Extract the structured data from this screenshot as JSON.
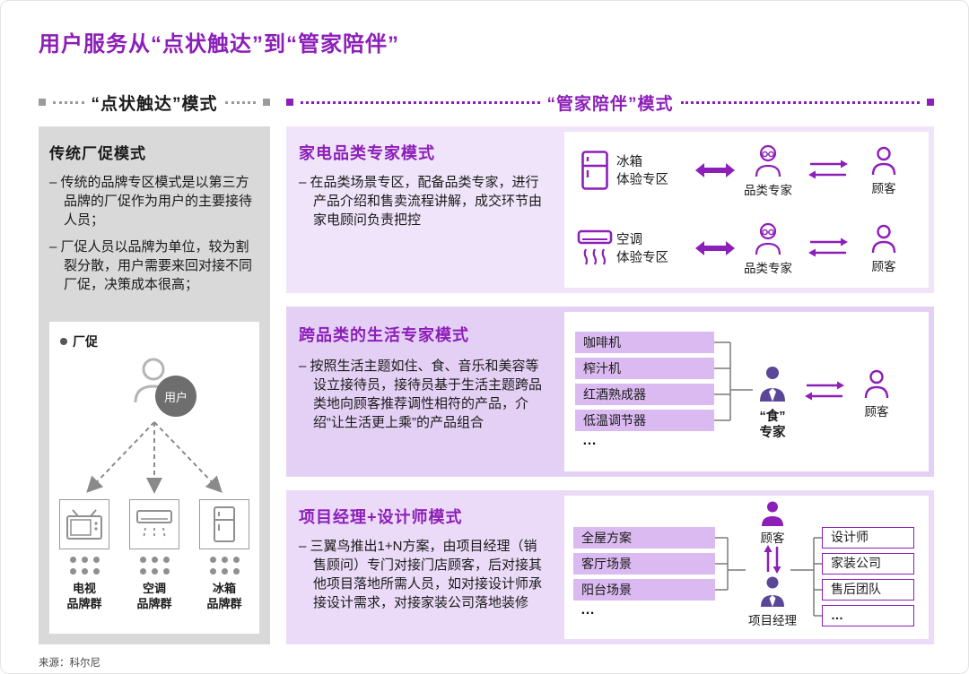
{
  "colors": {
    "accent": "#8C1FB8",
    "section_bg_1": "#EFE4F9",
    "section_bg_2": "#E5D0F5",
    "section_bg_3": "#EBDBF8",
    "item_bar": "#DABAF0",
    "left_panel": "#D9D9D9",
    "dark_person": "#5A4798"
  },
  "page": {
    "title": "用户服务从“点状触达”到“管家陪伴”",
    "source": "来源：科尔尼"
  },
  "left": {
    "header": "“点状触达”模式",
    "panel_title": "传统厂促模式",
    "bullets": [
      "– 传统的品牌专区模式是以第三方品牌的厂促作为用户的主要接待人员；",
      "– 厂促人员以品牌为单位，较为割裂分散，用户需要来回对接不同厂促，决策成本很高；"
    ],
    "legend": "厂促",
    "user_badge": "用户",
    "groups": [
      {
        "label": "电视\n品牌群"
      },
      {
        "label": "空调\n品牌群"
      },
      {
        "label": "冰箱\n品牌群"
      }
    ]
  },
  "right": {
    "header": "“管家陪伴”模式",
    "sections": [
      {
        "title": "家电品类专家模式",
        "bullet": "– 在品类场景专区，配备品类专家，进行产品介绍和售卖流程讲解，成交环节由家电顾问负责把控",
        "rows": [
          {
            "zone": "冰箱\n体验专区",
            "expert": "品类专家",
            "customer": "顾客"
          },
          {
            "zone": "空调\n体验专区",
            "expert": "品类专家",
            "customer": "顾客"
          }
        ]
      },
      {
        "title": "跨品类的生活专家模式",
        "bullet": "– 按照生活主题如住、食、音乐和美容等设立接待员，接待员基于生活主题跨品类地向顾客推荐调性相符的产品，介绍“让生活更上乘”的产品组合",
        "items": [
          "咖啡机",
          "榨汁机",
          "红酒熟成器",
          "低温调节器",
          "…"
        ],
        "expert": "“食”\n专家",
        "customer": "顾客"
      },
      {
        "title": "项目经理+设计师模式",
        "bullet": "– 三翼鸟推出1+N方案，由项目经理（销售顾问）专门对接门店顾客，后对接其他项目落地所需人员，如对接设计师承接设计需求，对接家装公司落地装修",
        "scenes": [
          "全屋方案",
          "客厅场景",
          "阳台场景",
          "…"
        ],
        "customer": "顾客",
        "manager": "项目经理",
        "partners": [
          "设计师",
          "家装公司",
          "售后团队",
          "…"
        ]
      }
    ]
  }
}
